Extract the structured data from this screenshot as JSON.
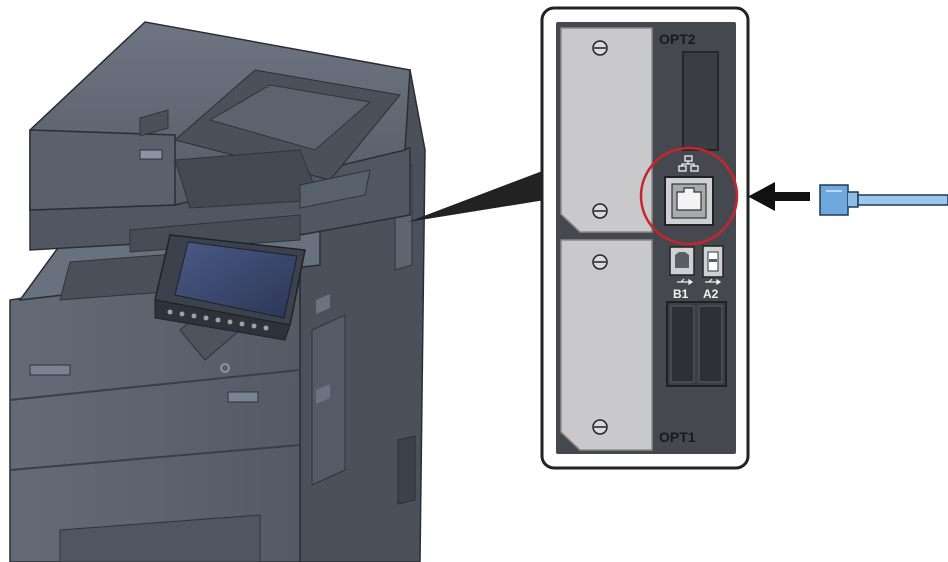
{
  "labels": {
    "opt2": "OPT2",
    "opt1": "OPT1",
    "usb_b1": "B1",
    "usb_a2": "A2"
  },
  "colors": {
    "printer_body": "#5d6470",
    "printer_dark": "#3b414b",
    "panel_bg": "#45484e",
    "slot_cover": "#c9c9cb",
    "highlight_circle": "#c8242b",
    "cable": "#6fa8dc",
    "arrow": "#111111"
  },
  "icons": [
    "network-port-icon",
    "usb-icon",
    "screw-icon",
    "lan-cable-icon",
    "insert-arrow-icon"
  ]
}
